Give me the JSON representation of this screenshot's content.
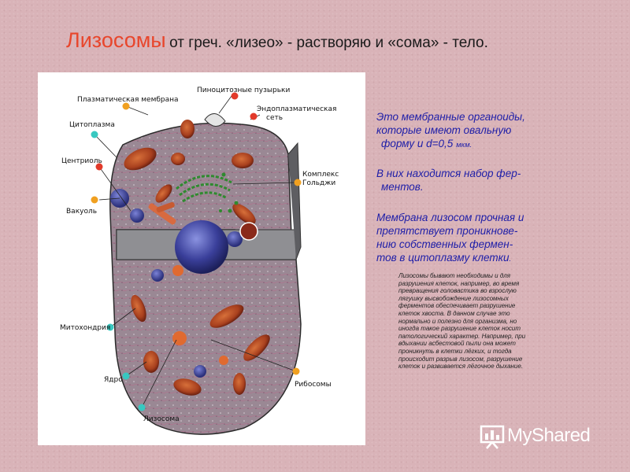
{
  "title": {
    "main": "Лизосомы",
    "sub": "от греч. «лизео» - растворяю и «сома» - тело."
  },
  "diagram": {
    "labels": {
      "plasma_membrane": "Плазматическая мембрана",
      "pinocytic_vesicles": "Пиноцитозные пузырьки",
      "er_line1": "Эндоплазматическая",
      "er_line2": "сеть",
      "cytoplasm": "Цитоплазма",
      "centriole": "Центриоль",
      "golgi_line1": "Комплекс",
      "golgi_line2": "Гольджи",
      "vacuole": "Вакуоль",
      "mitochondrion": "Митохондрия",
      "nucleus": "Ядро",
      "ribosomes": "Рибосомы",
      "lysosome": "Лизосома"
    }
  },
  "info": {
    "p1_l1": "Это мембранные органоиды,",
    "p1_l2": "которые имеют овальную",
    "p1_l3": "форму и d=0,5",
    "p1_unit": "мкм.",
    "p2_l1": "В них находится набор фер-",
    "p2_l2": "ментов.",
    "p3_l1": "Мембрана лизосом прочная и",
    "p3_l2": "препятствует проникнове-",
    "p3_l3": "нию собственных фермен-",
    "p3_l4": "тов в цитоплазму клетки",
    "p3_end": "."
  },
  "note": {
    "lines": [
      "Лизосомы бывают необходимы и для",
      "разрушения клеток, например, во время",
      "превращения головастика во взрослую",
      "лягушку высвобождение лизосомных",
      "ферментов обеспечивает разрушение",
      "клеток хвоста. В данном случае это",
      "нормально и полезно для организма, но",
      "иногда такое разрушение клеток носит",
      "патологический характер. Например, при",
      "вдыхании асбестовой пыли она может",
      "проникнуть в клетки лёгких, и тогда",
      "происходит разрыв лизосом, разрушение",
      "клеток и развивается лёгочное дыхание."
    ]
  },
  "logo": {
    "text": "MyShared",
    "icon": "presentation-board-icon"
  },
  "colors": {
    "background": "#d9b3b8",
    "title_accent": "#e8462c",
    "info_text": "#1e1ea8",
    "marker_red": "#e23a2a",
    "marker_orange": "#f0a020",
    "marker_teal": "#38c8c0"
  }
}
